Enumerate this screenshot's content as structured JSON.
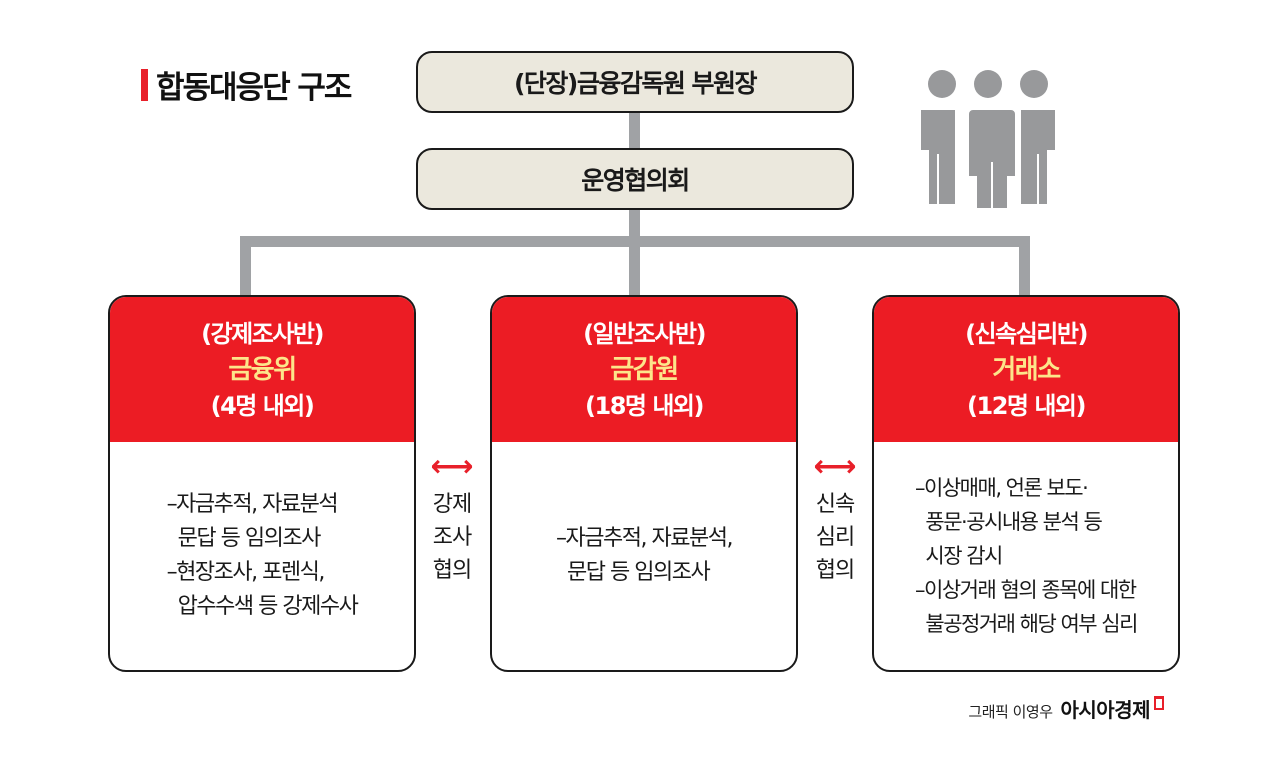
{
  "title": "합동대응단 구조",
  "colors": {
    "accent_red": "#ec1c24",
    "org_yellow": "#fde58a",
    "top_box_bg": "#ebe8dd",
    "connector_gray": "#a0a2a5"
  },
  "head": {
    "label": "(단장)금융감독원 부원장"
  },
  "council": {
    "label": "운영협의회"
  },
  "teams": [
    {
      "team": "(강제조사반)",
      "org": "금융위",
      "size": "(4명 내외)",
      "duties": [
        "–자금추적, 자료분석",
        "  문답 등 임의조사",
        "–현장조사, 포렌식,",
        "  압수수색 등 강제수사"
      ]
    },
    {
      "team": "(일반조사반)",
      "org": "금감원",
      "size": "(18명 내외)",
      "duties": [
        "–자금추적, 자료분석,",
        "  문답 등 임의조사"
      ]
    },
    {
      "team": "(신속심리반)",
      "org": "거래소",
      "size": "(12명 내외)",
      "duties": [
        "–이상매매, 언론 보도·",
        "  풍문·공시내용 분석 등",
        "  시장 감시",
        "–이상거래 혐의 종목에 대한",
        "  불공정거래 해당 여부 심리"
      ]
    }
  ],
  "links": [
    {
      "icon": "double-arrow-icon",
      "arrow": "⟷",
      "lines": [
        "강제",
        "조사",
        "협의"
      ]
    },
    {
      "icon": "double-arrow-icon",
      "arrow": "⟷",
      "lines": [
        "신속",
        "심리",
        "협의"
      ]
    }
  ],
  "icon": "people-group-icon",
  "credit": {
    "by": "그래픽 이영우",
    "brand": "아시아경제"
  }
}
